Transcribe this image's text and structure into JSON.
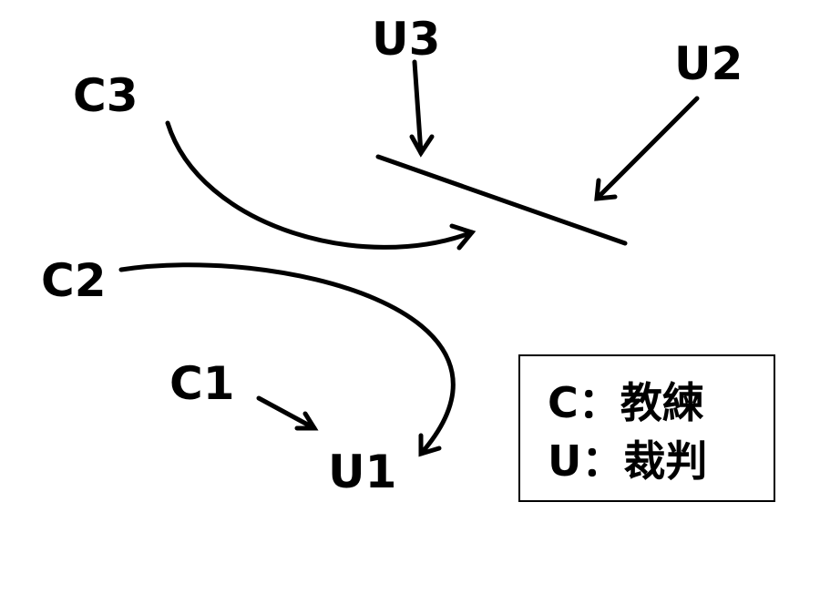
{
  "labels": {
    "u3": "U3",
    "u2": "U2",
    "c3": "C3",
    "c2": "C2",
    "c1": "C1",
    "u1": "U1"
  },
  "legend": [
    {
      "key": "C",
      "sep": "：",
      "meaning": "教練"
    },
    {
      "key": "U",
      "sep": "：",
      "meaning": "裁判"
    }
  ]
}
